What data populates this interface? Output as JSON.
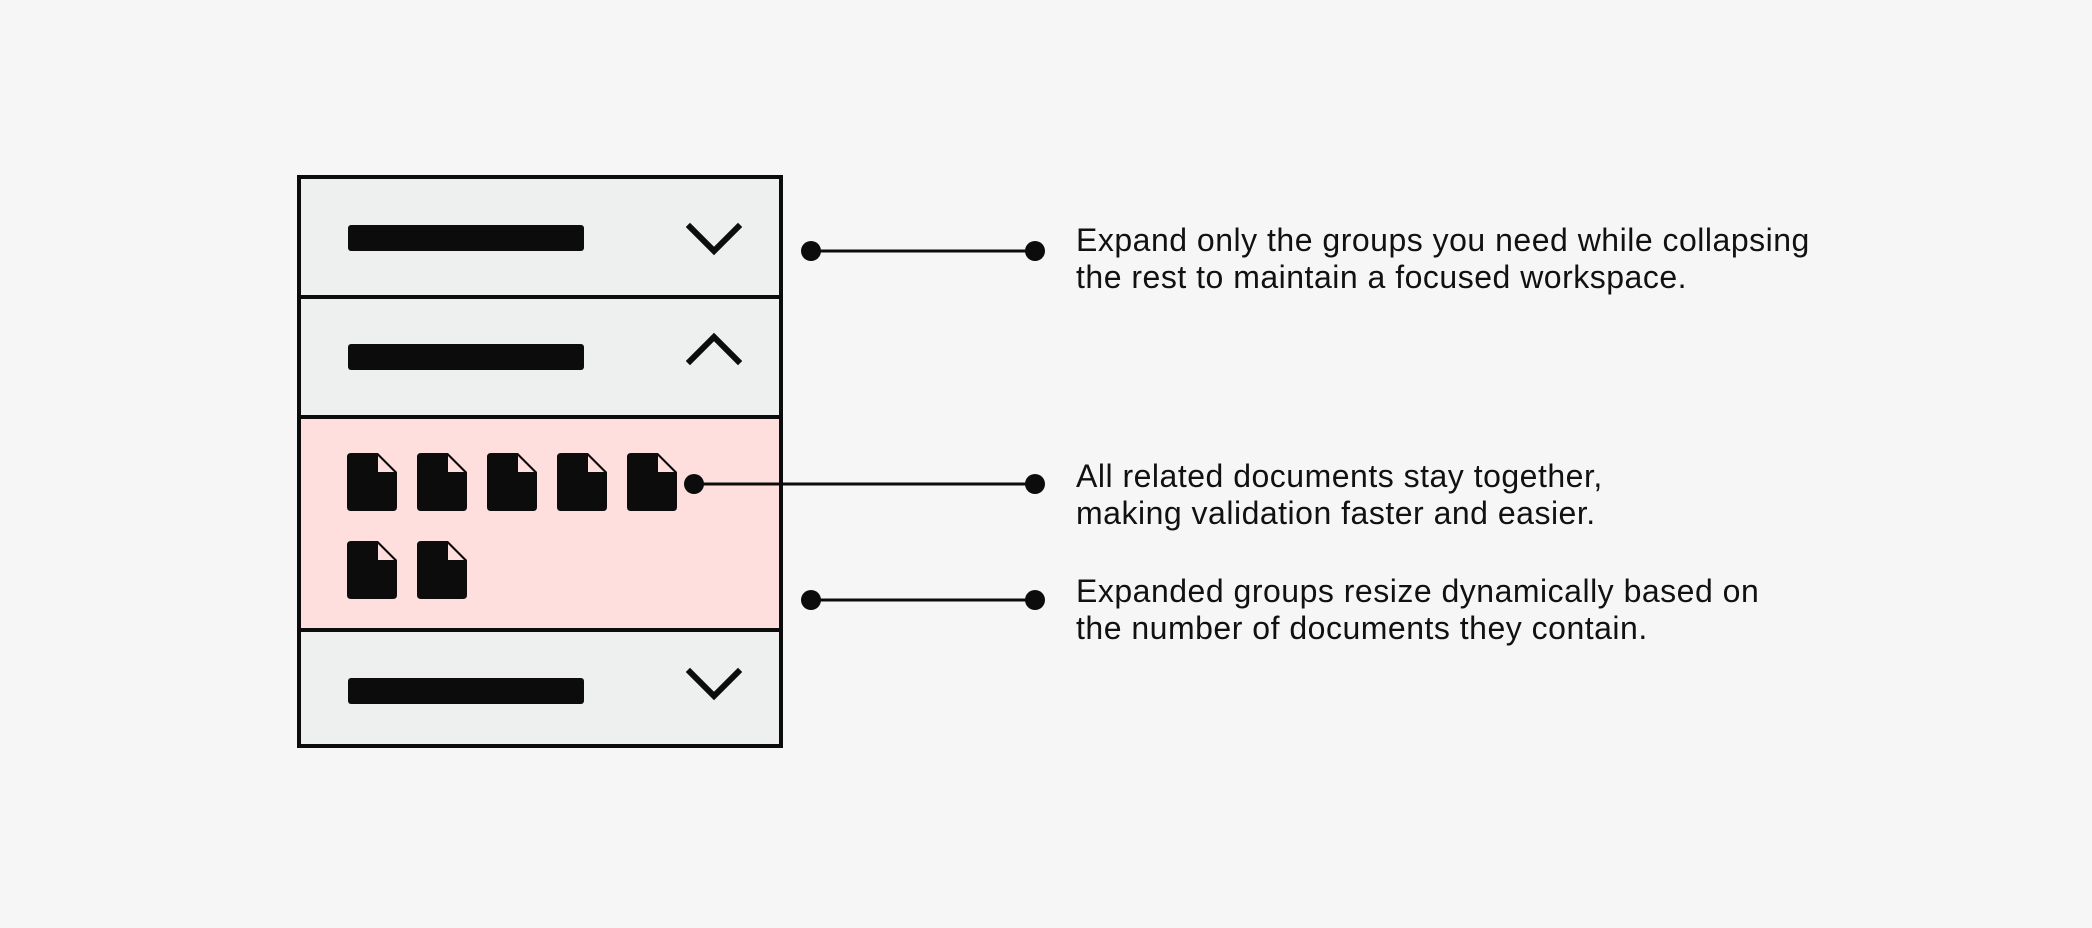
{
  "callouts": [
    {
      "line1": "Expand only the groups you need while collapsing",
      "line2": "the rest to maintain a focused workspace."
    },
    {
      "line1": "All related documents stay together,",
      "line2": "making validation faster and easier."
    },
    {
      "line1": "Expanded groups resize dynamically based on",
      "line2": "the number of documents they contain."
    }
  ],
  "accordion": {
    "groups": [
      {
        "state": "collapsed",
        "icon": "chevron-down-icon"
      },
      {
        "state": "expanded",
        "icon": "chevron-up-icon",
        "document_count": 7
      },
      {
        "state": "collapsed",
        "icon": "chevron-down-icon"
      }
    ]
  },
  "colors": {
    "background": "#f6f6f6",
    "group_header": "#eef0ef",
    "expanded_panel": "#ffdfde",
    "ink": "#0c0c0c"
  }
}
